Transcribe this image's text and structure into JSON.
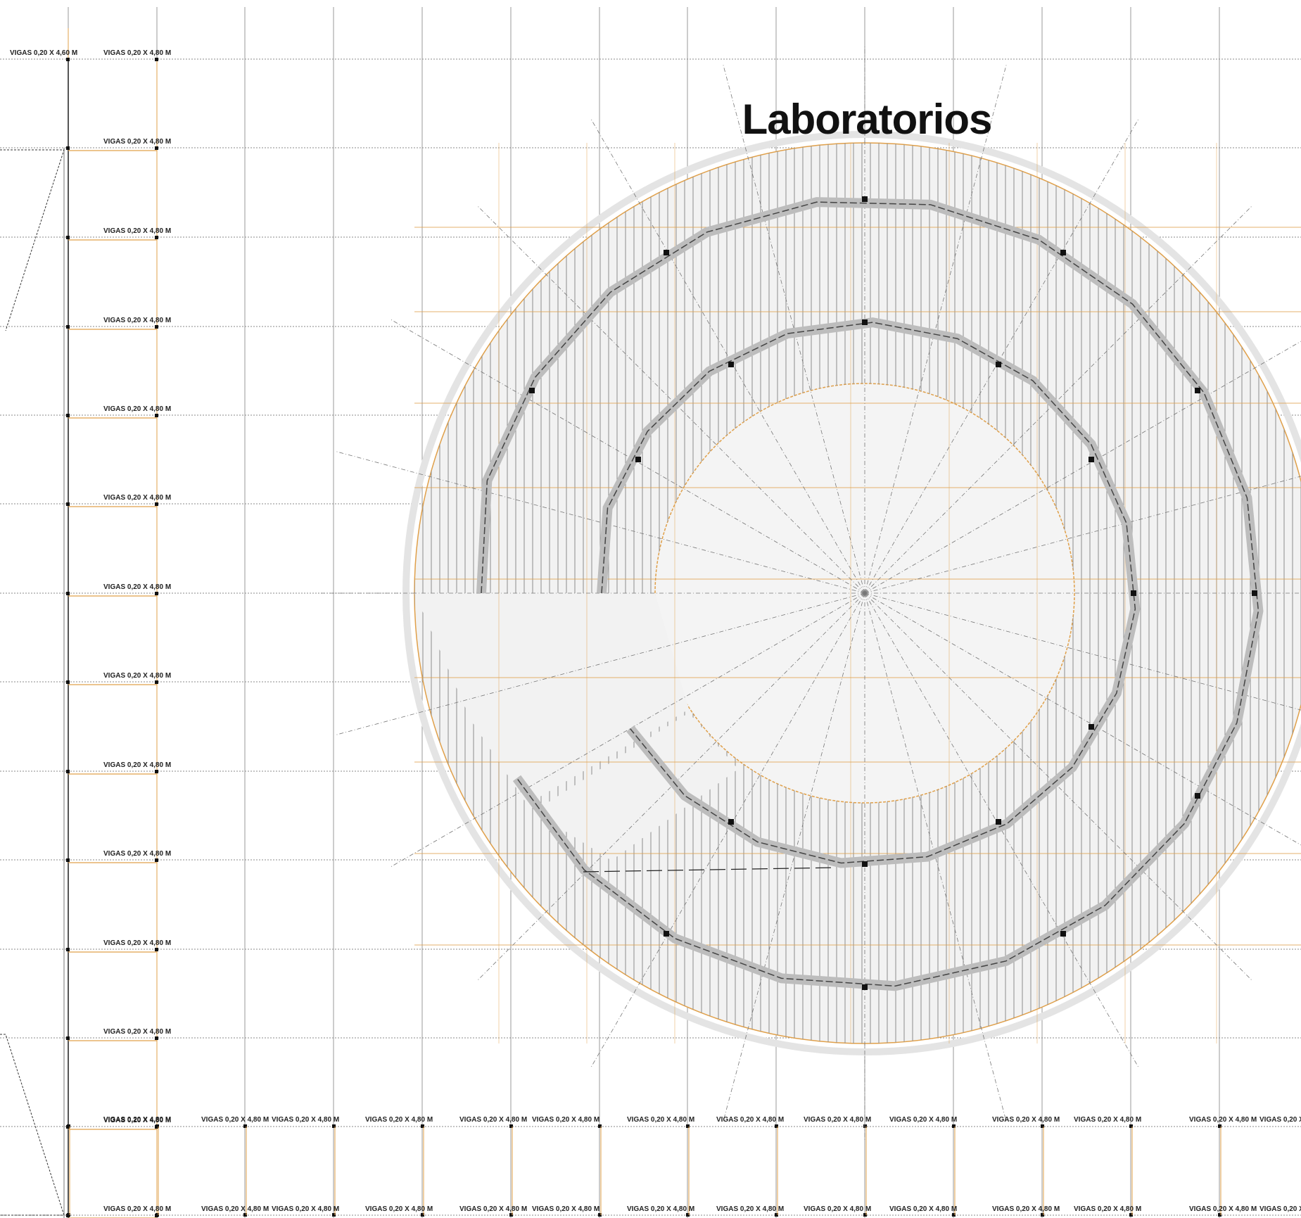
{
  "drawing": {
    "title": "Laboratorios",
    "beam_label": "VIGAS 0,20 X 4,80 M",
    "beam_label_alt": "VIGAS 0,20 X 4,60 M",
    "colors": {
      "grid": "#8a8a8a",
      "orange": "#e0a04a",
      "wall_fill": "#bdbdbd",
      "disc_fill": "#f2f2f2",
      "column": "#111111"
    },
    "top_left_labels": [
      "VIGAS 0,20 X 4,60 M",
      "VIGAS 0,20 X 4,80 M"
    ],
    "left_column_label_count": 12,
    "bottom_row_label_count": 14
  }
}
